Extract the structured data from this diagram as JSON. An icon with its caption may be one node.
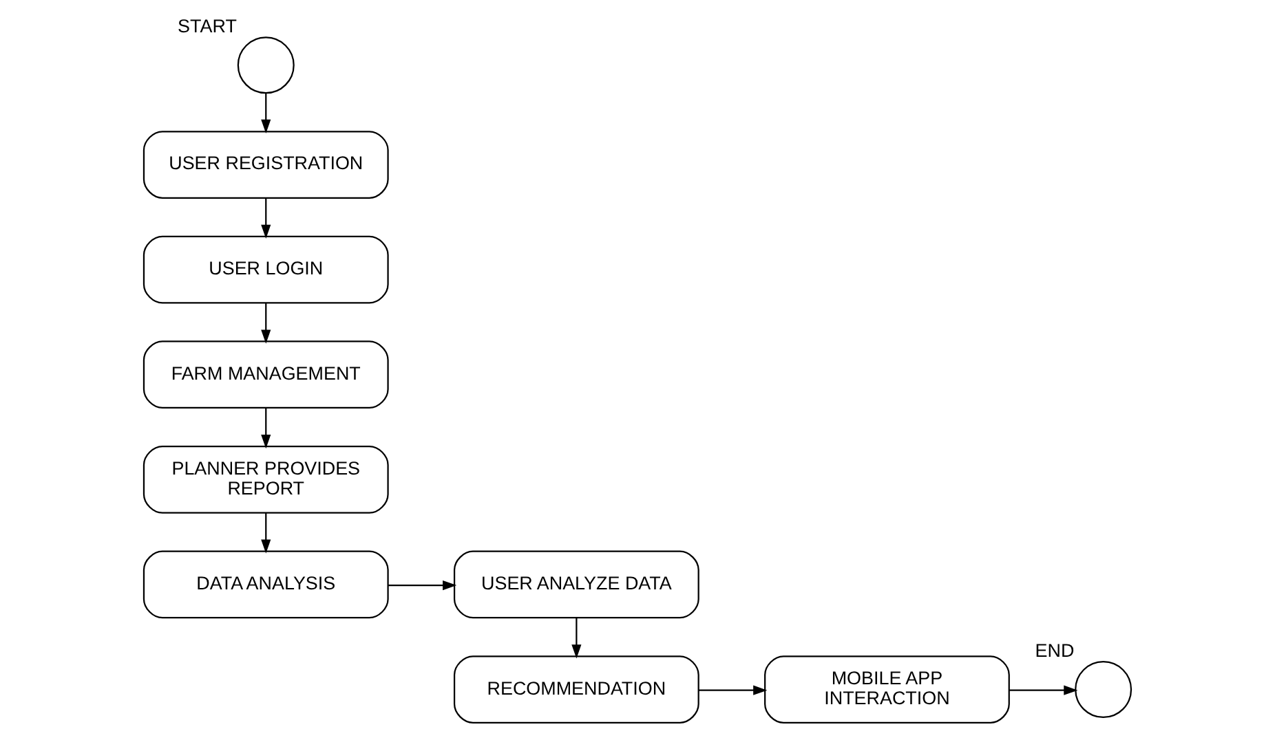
{
  "diagram": {
    "nodes": [
      {
        "text": [],
        "shape": "circle",
        "beside": [
          "START"
        ]
      },
      {
        "text": [
          "USER REGISTRATION"
        ]
      },
      {
        "text": [
          "USER LOGIN"
        ]
      },
      {
        "text": [
          "FARM MANAGEMENT"
        ]
      },
      {
        "text": [
          "PLANNER PROVIDES REPORT"
        ]
      },
      {
        "text": [
          "DATA ANALYSIS"
        ]
      },
      {
        "text": [
          "USER ANALYZE DATA"
        ]
      },
      {
        "text": [
          "RECOMMENDATION"
        ]
      },
      {
        "text": [
          "MOBILE APP INTERACTION"
        ]
      },
      {
        "text": [],
        "shape": "circle",
        "beside": [
          "END"
        ]
      }
    ],
    "edges": [
      {
        "from": 0,
        "to": 1,
        "arrow": "to"
      },
      {
        "from": 1,
        "to": 2,
        "arrow": "to"
      },
      {
        "from": 2,
        "to": 3,
        "arrow": "to"
      },
      {
        "from": 3,
        "to": 4,
        "arrow": "to"
      },
      {
        "from": 4,
        "to": 5,
        "arrow": "to"
      },
      {
        "from": 5,
        "to": 6,
        "arrow": "to"
      },
      {
        "from": 6,
        "to": 7,
        "arrow": "to"
      },
      {
        "from": 7,
        "to": 8,
        "arrow": "to"
      },
      {
        "from": 8,
        "to": 9,
        "arrow": "to"
      }
    ]
  }
}
